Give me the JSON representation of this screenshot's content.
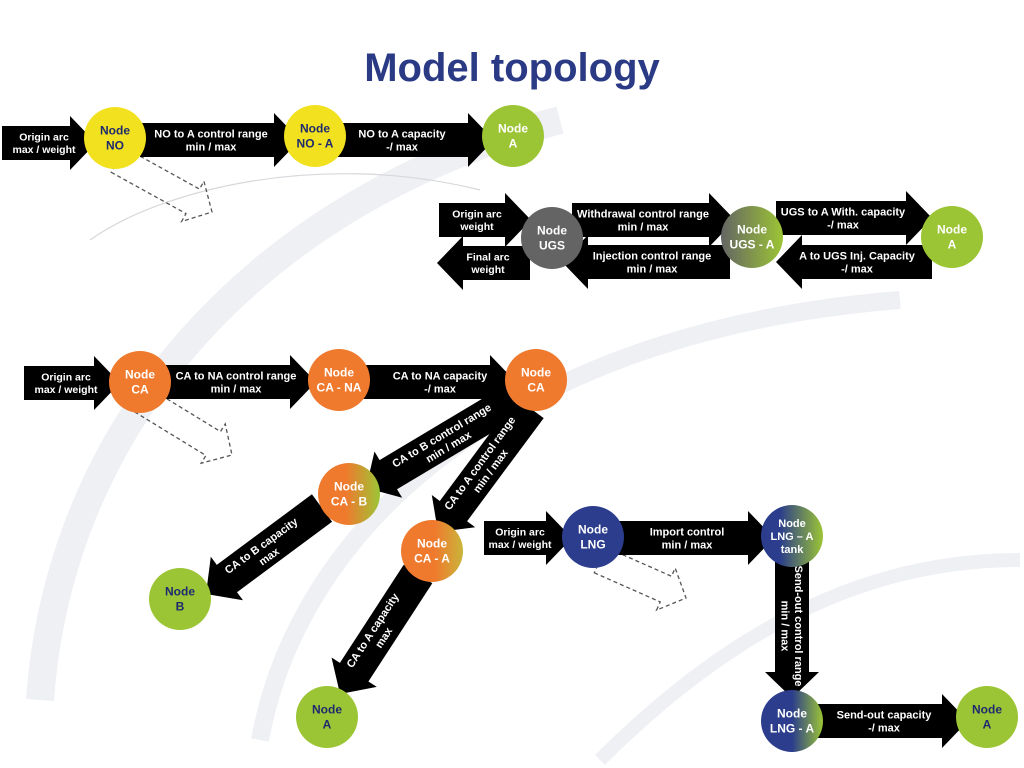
{
  "title": "Model topology",
  "colors": {
    "yellow": "#f2e11e",
    "green": "#9cc535",
    "orange": "#ef7a2e",
    "gray": "#646464",
    "navy": "#2b3d8c",
    "arrow": "#000000",
    "node_text_dark": "#1e2a6e",
    "node_text_light": "#ffffff",
    "title": "#2b3a84"
  },
  "nodes": {
    "no": "Node\nNO",
    "no_a": "Node\nNO - A",
    "a_top": "Node\nA",
    "ugs": "Node\nUGS",
    "ugs_a": "Node\nUGS - A",
    "a_ugs": "Node\nA",
    "ca_origin": "Node\nCA",
    "ca_na": "Node\nCA - NA",
    "ca_hub": "Node\nCA",
    "ca_b": "Node\nCA - B",
    "b": "Node\nB",
    "ca_a": "Node\nCA - A",
    "a_ca": "Node\nA",
    "lng": "Node\nLNG",
    "lng_a_tank": "Node\nLNG – A\ntank",
    "lng_a": "Node\nLNG - A",
    "a_lng": "Node\nA"
  },
  "arcs": {
    "no_origin": "Origin arc\nmax / weight",
    "no_to_a_control": "NO to A control range\nmin / max",
    "no_to_a_capacity": "NO to A capacity\n-/ max",
    "ugs_origin": "Origin arc\nweight",
    "ugs_final": "Final arc\nweight",
    "withdrawal_control": "Withdrawal control  range\nmin / max",
    "injection_control": "Injection control range\nmin / max",
    "ugs_to_a_with": "UGS to A With. capacity\n-/ max",
    "a_to_ugs_inj": "A to UGS Inj. Capacity\n-/ max",
    "ca_origin": "Origin arc\nmax / weight",
    "ca_to_na_control": "CA to NA control range\nmin / max",
    "ca_to_na_capacity": "CA to NA capacity\n-/ max",
    "ca_to_b_control": "CA to B control range\nmin / max",
    "ca_to_a_control": "CA to A control range\nmin / max",
    "ca_to_b_capacity": "CA to B capacity\nmax",
    "ca_to_a_capacity": "CA to A capacity\nmax",
    "lng_origin": "Origin arc\nmax / weight",
    "import_control": "Import control\nmin / max",
    "sendout_control": "Send-out control range\nmin / max",
    "sendout_capacity": "Send-out capacity\n-/ max"
  }
}
